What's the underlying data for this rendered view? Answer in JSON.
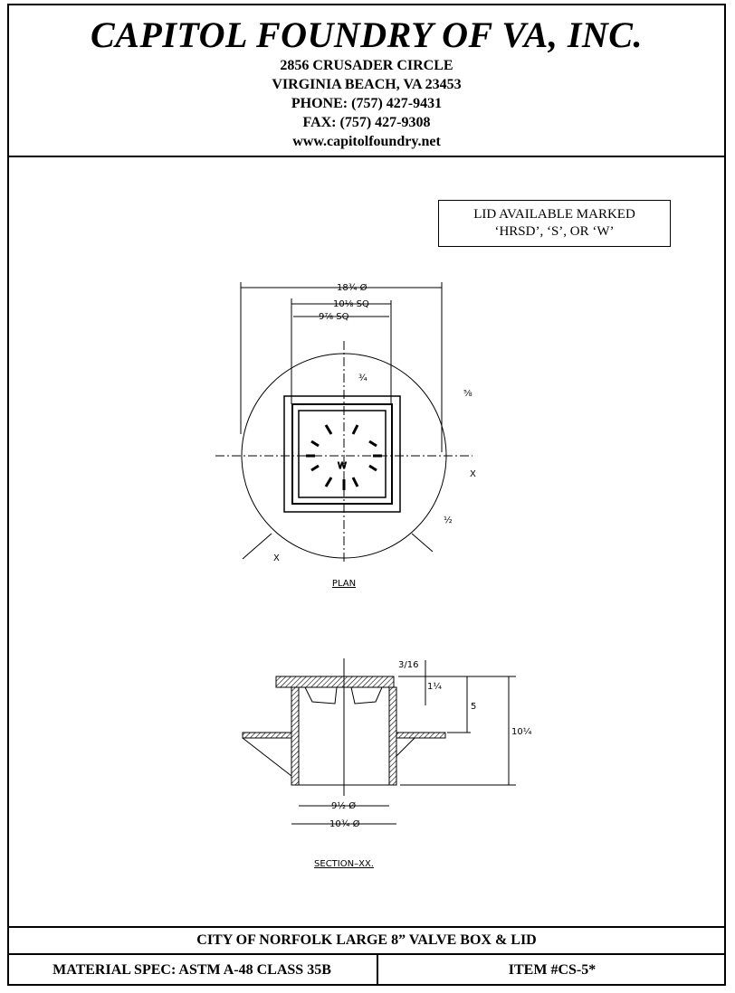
{
  "header": {
    "company": "CAPITOL FOUNDRY OF VA, INC.",
    "address1": "2856 CRUSADER CIRCLE",
    "address2": "VIRGINIA BEACH, VA 23453",
    "phone": "PHONE: (757) 427-9431",
    "fax": "FAX: (757) 427-9308",
    "website": "www.capitolfoundry.net"
  },
  "note": {
    "line1": "LID AVAILABLE MARKED",
    "line2": "‘HRSD’, ‘S’, OR ‘W’"
  },
  "plan": {
    "label": "PLAN",
    "dim_outer": "18¾ Ø",
    "dim_sq_outer": "10⅛ SQ",
    "dim_sq_inner": "9⅞ SQ",
    "dim_slot": "¾",
    "dim_offset": "⅝",
    "dim_wall": "½",
    "section_mark": "X",
    "lid_letter": "W"
  },
  "section": {
    "label": "SECTION–XX.",
    "dim_lip": "3/16",
    "dim_lid": "1¼",
    "dim_flange": "5",
    "dim_height": "10¼",
    "dim_inner": "9½ Ø",
    "dim_outer": "10¾ Ø"
  },
  "footer": {
    "title": "CITY OF NORFOLK LARGE 8” VALVE BOX & LID",
    "material": "MATERIAL SPEC:  ASTM A-48 CLASS 35B",
    "item": "ITEM #CS-5*"
  }
}
